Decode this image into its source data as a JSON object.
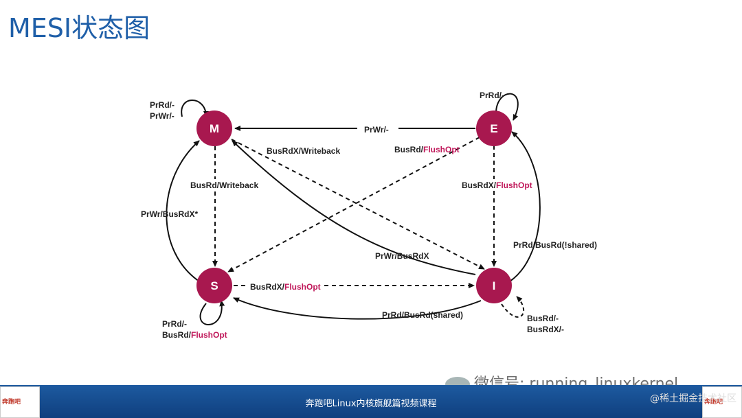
{
  "title": "MESI状态图",
  "states": {
    "M": "M",
    "E": "E",
    "S": "S",
    "I": "I"
  },
  "colors": {
    "node": "#a8184f",
    "highlight": "#c0185a",
    "title": "#1f5fa8",
    "footer": "#1b5296"
  },
  "edges": {
    "m_self_1": "PrRd/-",
    "m_self_2": "PrWr/-",
    "e_self": "PrRd/-",
    "e_to_m": "PrWr/-",
    "m_to_i_prefix": "BusRdX/Writeback",
    "e_to_s_prefix": "BusRd/",
    "e_to_s_hl": "FlushOpt",
    "m_to_s": "BusRd/Writeback",
    "e_to_i_prefix": "BusRdX/",
    "e_to_i_hl": "FlushOpt",
    "s_to_m": "PrWr/BusRdX*",
    "i_to_e": "PrRd/BusRd(!shared)",
    "i_to_m": "PrWr/BusRdX",
    "s_to_i_prefix": "BusRdX/",
    "s_to_i_hl": "FlushOpt",
    "i_to_s": "PrRd/BusRd(shared)",
    "s_self_1": "PrRd/-",
    "s_self_2_prefix": "BusRd/",
    "s_self_2_hl": "FlushOpt",
    "i_self_1": "BusRd/-",
    "i_self_2": "BusRdX/-"
  },
  "footer": {
    "course": "奔跑吧Linux内核旗舰篇视频课程",
    "wechat": "微信号: running_linuxkernel",
    "credit": "@稀土掘金技术社区",
    "logo_text": "奔跑吧"
  }
}
